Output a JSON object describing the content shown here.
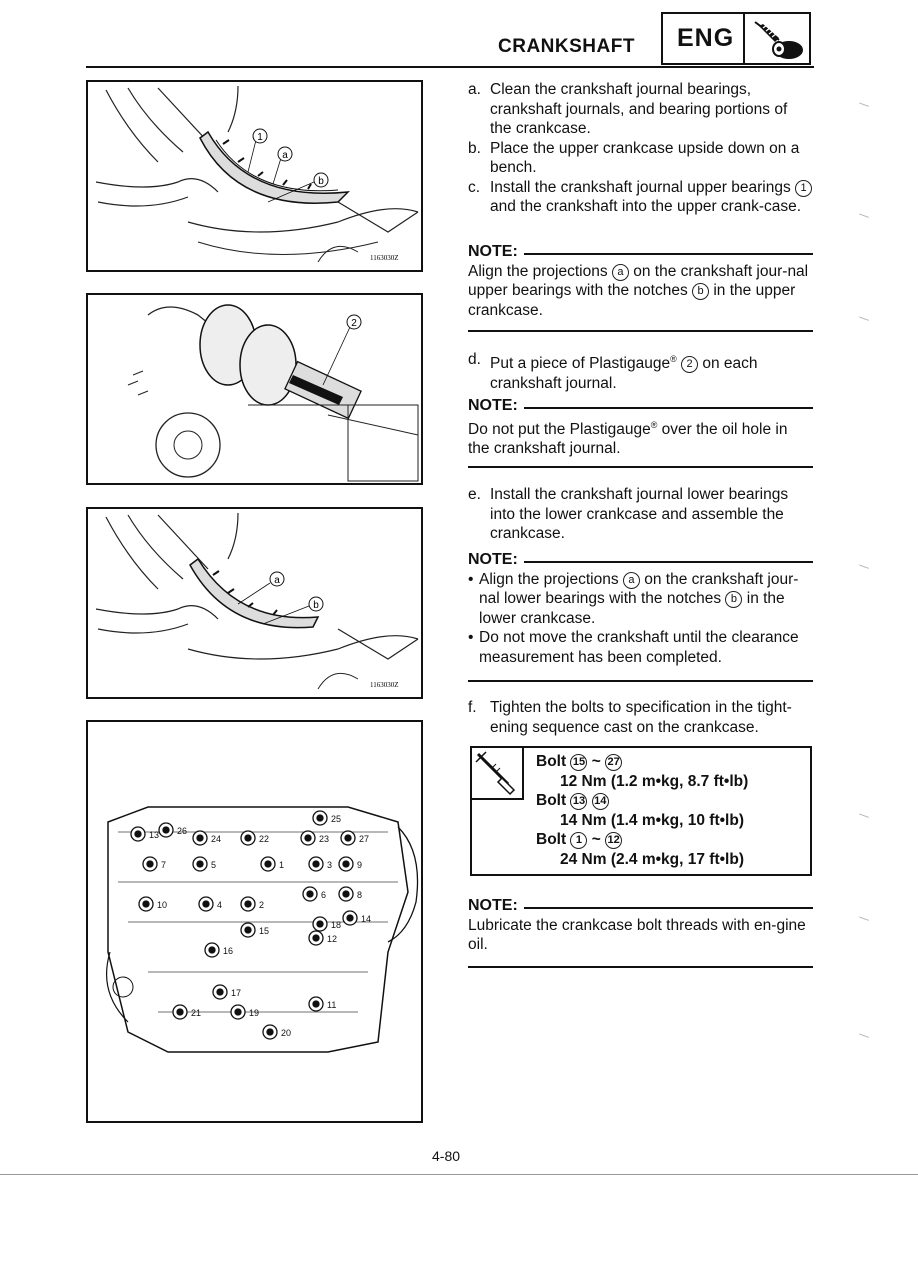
{
  "header": {
    "title": "CRANKSHAFT",
    "section": "ENG"
  },
  "figures": {
    "fig1": {
      "code": "1163030Z"
    },
    "fig3": {
      "code": "1163030Z"
    }
  },
  "steps": {
    "a": {
      "label": "a.",
      "text": "Clean the crankshaft journal bearings, crankshaft journals, and bearing portions of the crankcase."
    },
    "b": {
      "label": "b.",
      "text": "Place the upper crankcase upside down on a bench."
    },
    "c": {
      "label": "c.",
      "text_1": "Install the crankshaft journal upper bearings",
      "ref": "1",
      "text_2": "and the crankshaft into the upper crank-case."
    },
    "d": {
      "label": "d.",
      "text_1": "Put a piece of Plastigauge",
      "reg": "®",
      "ref": "2",
      "text_2": "on each crankshaft journal."
    },
    "e": {
      "label": "e.",
      "text": "Install the crankshaft journal lower bearings into the lower crankcase and assemble the crankcase."
    },
    "f": {
      "label": "f.",
      "text": "Tighten the bolts to specification in the tight-ening sequence cast on the crankcase."
    }
  },
  "notes": {
    "heading": "NOTE:",
    "n1": {
      "t1": "Align the projections",
      "ra": "a",
      "t2": "on the crankshaft jour-nal upper bearings with the notches",
      "rb": "b",
      "t3": "in the upper crankcase."
    },
    "n2": {
      "t1": "Do not put the Plastigauge",
      "reg": "®",
      "t2": "over the oil hole in the crankshaft journal."
    },
    "n3": {
      "b1": {
        "t1": "Align the projections",
        "ra": "a",
        "t2": "on the crankshaft jour-nal lower bearings with the notches",
        "rb": "b",
        "t3": "in the lower crankcase."
      },
      "b2": "Do not move the crankshaft until the clearance measurement has been completed."
    },
    "n4": "Lubricate the crankcase bolt threads with en-gine oil."
  },
  "torque": {
    "l1": {
      "label": "Bolt",
      "from": "15",
      "sep": "~",
      "to": "27"
    },
    "v1": "12 Nm (1.2 m•kg, 8.7 ft•lb)",
    "l2": {
      "label": "Bolt",
      "a": "13",
      "b": "14"
    },
    "v2": "14 Nm (1.4 m•kg, 10 ft•lb)",
    "l3": {
      "label": "Bolt",
      "from": "1",
      "sep": "~",
      "to": "12"
    },
    "v3": "24 Nm (2.4 m•kg, 17 ft•lb)"
  },
  "bolt_numbers": [
    "1",
    "2",
    "3",
    "4",
    "5",
    "6",
    "7",
    "8",
    "9",
    "10",
    "11",
    "12",
    "13",
    "14",
    "15",
    "16",
    "17",
    "18",
    "19",
    "20",
    "21",
    "22",
    "23",
    "24",
    "25",
    "26",
    "27"
  ],
  "page_number": "4-80"
}
